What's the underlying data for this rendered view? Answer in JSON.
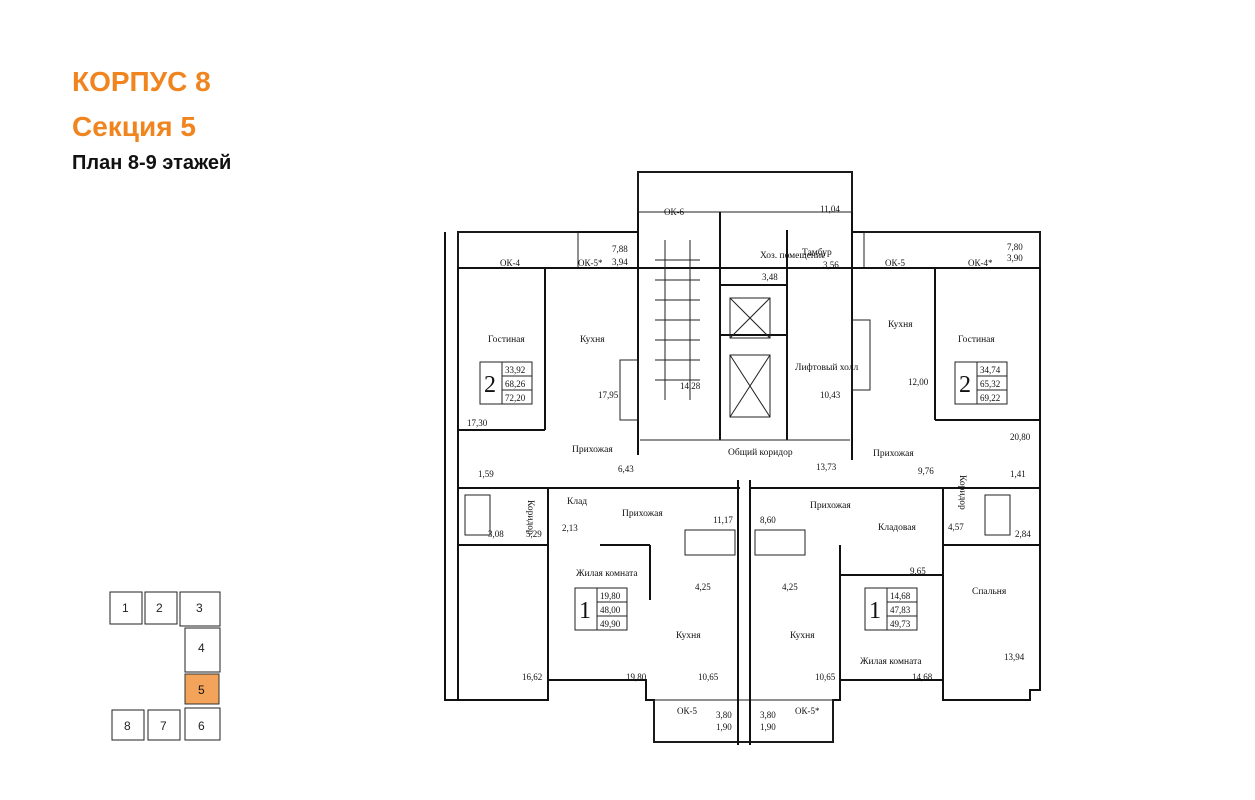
{
  "header": {
    "building": "КОРПУС 8",
    "section": "Секция 5",
    "plan": "План 8-9 этажей"
  },
  "colors": {
    "accent": "#f0851f",
    "selected_section": "#f3a45a"
  },
  "apartments": [
    {
      "id": "apt-left-2",
      "rooms": "2",
      "living": "33,92",
      "total": "68,26",
      "total_with_balcony": "72,20"
    },
    {
      "id": "apt-right-2",
      "rooms": "2",
      "living": "34,74",
      "total": "65,32",
      "total_with_balcony": "69,22"
    },
    {
      "id": "apt-left-1",
      "rooms": "1",
      "living": "19,80",
      "total": "48,00",
      "total_with_balcony": "49,90"
    },
    {
      "id": "apt-right-1",
      "rooms": "1",
      "living": "14,68",
      "total": "47,83",
      "total_with_balcony": "49,73"
    }
  ],
  "room_labels": {
    "living_l": "Гостиная",
    "kitchen_l": "Кухня",
    "hall_l": "Прихожая",
    "kitchen_r": "Кухня",
    "living_r": "Гостиная",
    "hall_r": "Прихожая",
    "storage": "Хоз. помещение",
    "tambur": "Тамбур",
    "lift_hall": "Лифтовый холл",
    "common_corridor": "Общий коридор",
    "corridor_l": "Коридор",
    "corridor_r": "Коридор",
    "klad": "Клад",
    "hall_bl": "Прихожая",
    "living_room_bl": "Жилая комната",
    "kitchen_bl": "Кухня",
    "hall_br": "Прихожая",
    "kladovaya": "Кладовая",
    "bedroom": "Спальня",
    "kitchen_br": "Кухня",
    "living_room_br": "Жилая комната"
  },
  "window_labels": [
    "ОК-4",
    "ОК-5*",
    "ОК-6",
    "ОК-5",
    "ОК-4*",
    "ОК-5",
    "ОК-5*"
  ],
  "areas": [
    "7,88",
    "3,94",
    "11,04",
    "3,48",
    "3,56",
    "7,80",
    "3,90",
    "17,95",
    "14,28",
    "10,43",
    "12,00",
    "17,30",
    "20,80",
    "1,59",
    "6,43",
    "13,73",
    "9,76",
    "1,41",
    "3,08",
    "5,29",
    "2,13",
    "11,17",
    "8,60",
    "4,57",
    "2,84",
    "4,25",
    "4,25",
    "9,65",
    "16,62",
    "19,80",
    "10,65",
    "10,65",
    "14,68",
    "13,94",
    "3,80",
    "1,90",
    "3,80",
    "1,90"
  ],
  "section_map": {
    "sections": [
      "1",
      "2",
      "3",
      "4",
      "5",
      "6",
      "7",
      "8"
    ],
    "selected": "5"
  }
}
